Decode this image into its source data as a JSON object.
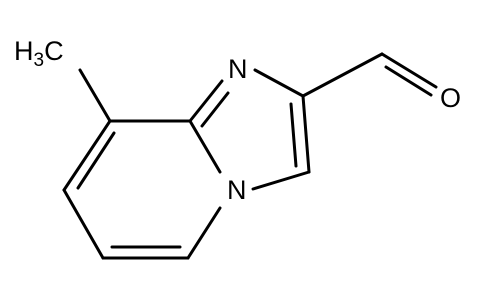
{
  "molecule": {
    "atoms": {
      "methyl": {
        "main": "H",
        "subscript": "3",
        "tail": "C"
      },
      "n_ring": "N",
      "n_bridge": "N",
      "oxygen": "O"
    }
  }
}
